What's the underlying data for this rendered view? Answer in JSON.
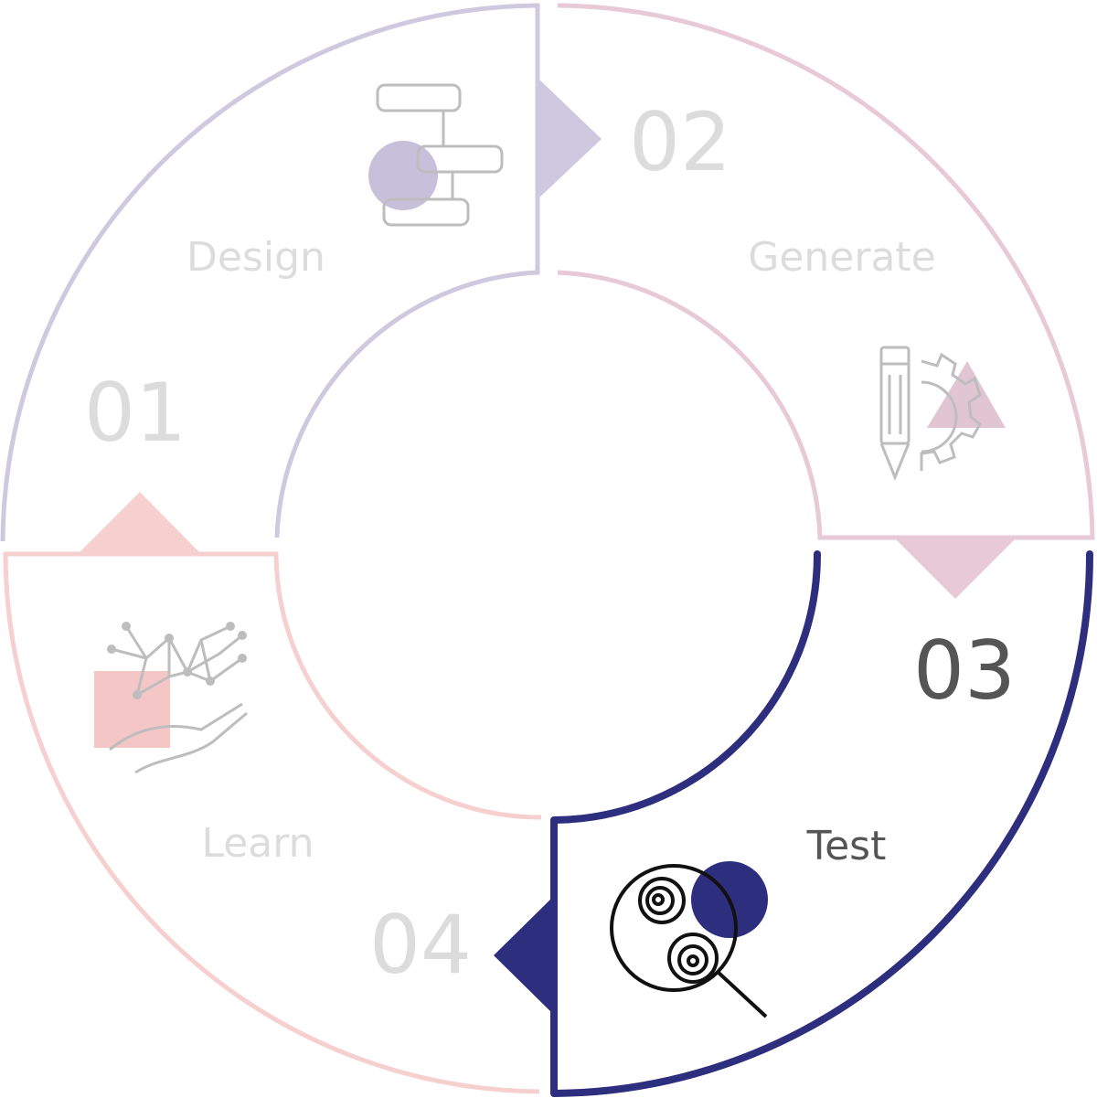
{
  "diagram": {
    "active_step": "03",
    "steps": [
      {
        "id": "design",
        "number": "01",
        "label": "Design",
        "icon": "flowchart-icon",
        "color": "#cfc9e0",
        "accent": "#b9b0d2",
        "text_color": "#dcdcdc"
      },
      {
        "id": "generate",
        "number": "02",
        "label": "Generate",
        "icon": "pencil-gear-icon",
        "color": "#e8c9d6",
        "accent": "#dfbfce",
        "text_color": "#dcdcdc"
      },
      {
        "id": "test",
        "number": "03",
        "label": "Test",
        "icon": "petri-dish-magnifier-icon",
        "color": "#2d2e7e",
        "accent": "#2d2e7e",
        "text_color": "#555555"
      },
      {
        "id": "learn",
        "number": "04",
        "label": "Learn",
        "icon": "network-hand-icon",
        "color": "#f6cfcf",
        "accent": "#f5c6c6",
        "text_color": "#dcdcdc"
      }
    ]
  }
}
